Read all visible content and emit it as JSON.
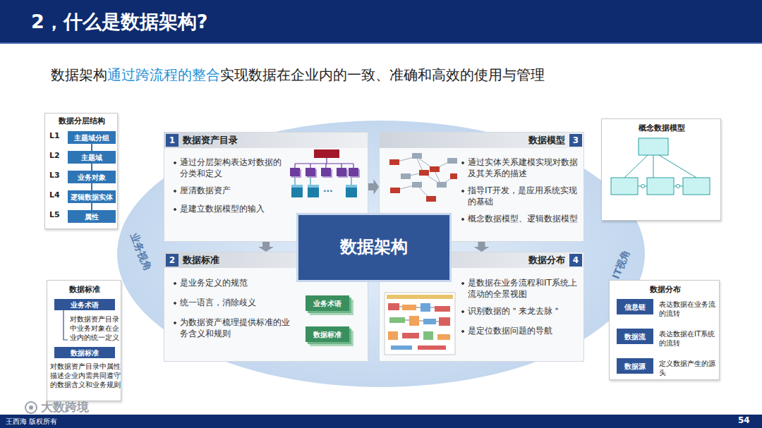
{
  "diagram": {
    "title": "2，什么是数据架构?",
    "nodes": [
      {
        "text": [
          "数据分层结构"
        ]
      },
      {
        "text": [
          "主题域分组"
        ],
        "in": 0
      },
      {
        "text": [
          "主题域"
        ],
        "in": 0
      },
      {
        "text": [
          "业务对象"
        ],
        "in": 0
      },
      {
        "text": [
          "逻辑数据实体"
        ],
        "in": 0
      },
      {
        "text": [
          "属性"
        ],
        "in": 0
      },
      {
        "text": [
          "业务视角",
          "IT视角"
        ]
      },
      {
        "text": [
          "1",
          "数据资产目录",
          "通过分层架构表达对数据的分类和定义",
          "厘清数据资产",
          "是建立数据模型的输入"
        ],
        "in": 6
      },
      {
        "text": [
          "数据模型",
          "3",
          "通过实体关系建模实现对数据及其关系的描述",
          "指导IT开发，是应用系统实现的基础",
          "概念数据模型、逻辑数据模型"
        ],
        "in": 6
      },
      {
        "text": [
          "2",
          "数据标准",
          "是业务定义的规范",
          "统一语言，消除歧义",
          "为数据资产梳理提供标准的业务含义和规则"
        ],
        "in": 6
      },
      {
        "text": [
          "业务术语"
        ],
        "in": 9
      },
      {
        "text": [
          "数据标准"
        ],
        "in": 9
      },
      {
        "text": [
          "数据分布",
          "4",
          "是数据在业务流程和IT系统上流动的全景视图",
          "识别数据的＂来龙去脉＂",
          "是定位数据问题的导航"
        ],
        "in": 6
      },
      {
        "text": [
          "数据架构"
        ],
        "in": 6
      },
      {
        "text": [
          "概念数据模型"
        ]
      },
      {
        "text": [
          "数据标准",
          "对数据资产目录中业务对象在企业内的统一定义",
          "对数据资产目录中属性描述企业内需共同遵守的数据含义和业务规则"
        ]
      },
      {
        "text": [
          "业务术语"
        ],
        "in": 15
      },
      {
        "text": [
          "数据标准"
        ],
        "in": 15
      },
      {
        "text": [
          "数据分布",
          "表达数据在业务流的流转",
          "表达数据在IT系统的流转",
          "定义数据产生的源头"
        ]
      },
      {
        "text": [
          "信息链"
        ],
        "in": 18
      },
      {
        "text": [
          "数据流"
        ],
        "in": 18
      },
      {
        "text": [
          "数据源"
        ],
        "in": 18
      }
    ],
    "edges": [
      {
        "from": 1,
        "to": 2,
        "arrow": "none"
      },
      {
        "from": 2,
        "to": 3,
        "arrow": "none"
      },
      {
        "from": 3,
        "to": 4,
        "arrow": "none"
      },
      {
        "from": 4,
        "to": 5,
        "arrow": "none"
      },
      {
        "from": 7,
        "to": 8,
        "arrow": "to"
      },
      {
        "from": 7,
        "to": 9,
        "arrow": "to"
      },
      {
        "from": 8,
        "to": 12,
        "arrow": "to"
      }
    ],
    "labels": [
      "L1",
      "L2",
      "L3",
      "L4",
      "L5",
      "数据架构",
      "通过跨流程的整合",
      "实现数据在企业内的一致、准确和高效的使用与管理",
      "...",
      "王西海 版权所有",
      "54",
      "大数跨境"
    ]
  }
}
